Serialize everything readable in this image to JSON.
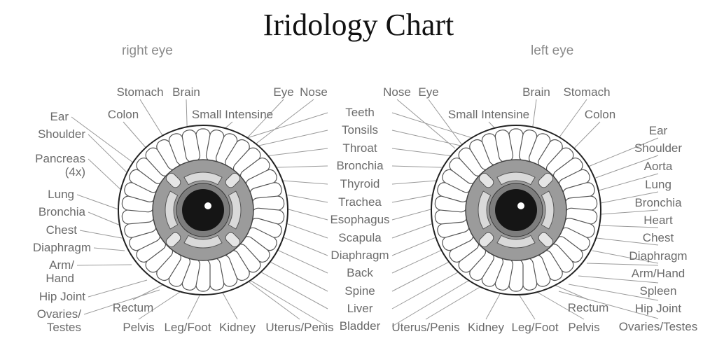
{
  "title": "Iridology Chart",
  "right_eye": {
    "title": "right eye",
    "labels": [
      "Stomach",
      "Brain",
      "Eye",
      "Nose",
      "Colon",
      "Small Intensine",
      "Ear",
      "Shoulder",
      "Pancreas\n(4x)",
      "Lung",
      "Bronchia",
      "Chest",
      "Diaphragm",
      "Arm/\nHand",
      "Hip Joint",
      "Ovaries/\nTestes",
      "Rectum",
      "Pelvis",
      "Leg/Foot",
      "Kidney",
      "Uterus/Penis"
    ]
  },
  "center_labels": [
    "Teeth",
    "Tonsils",
    "Throat",
    "Bronchia",
    "Thyroid",
    "Trachea",
    "Esophagus",
    "Scapula",
    "Diaphragm",
    "Back",
    "Spine",
    "Liver",
    "Bladder"
  ],
  "left_eye": {
    "title": "left eye",
    "labels": [
      "Nose",
      "Eye",
      "Brain",
      "Stomach",
      "Small Intensine",
      "Colon",
      "Ear",
      "Shoulder",
      "Aorta",
      "Lung",
      "Bronchia",
      "Heart",
      "Chest",
      "Diaphragm",
      "Arm/Hand",
      "Spleen",
      "Hip Joint",
      "Ovaries/Testes",
      "Rectum",
      "Pelvis",
      "Uterus/Penis",
      "Kidney",
      "Leg/Foot"
    ]
  },
  "colors": {
    "title": "#111111",
    "label": "#6b6b6b",
    "line": "#9a9a9a",
    "iris": "#9b9b9b",
    "inner_ring": "#7d7d7d",
    "pupil": "#151515"
  }
}
